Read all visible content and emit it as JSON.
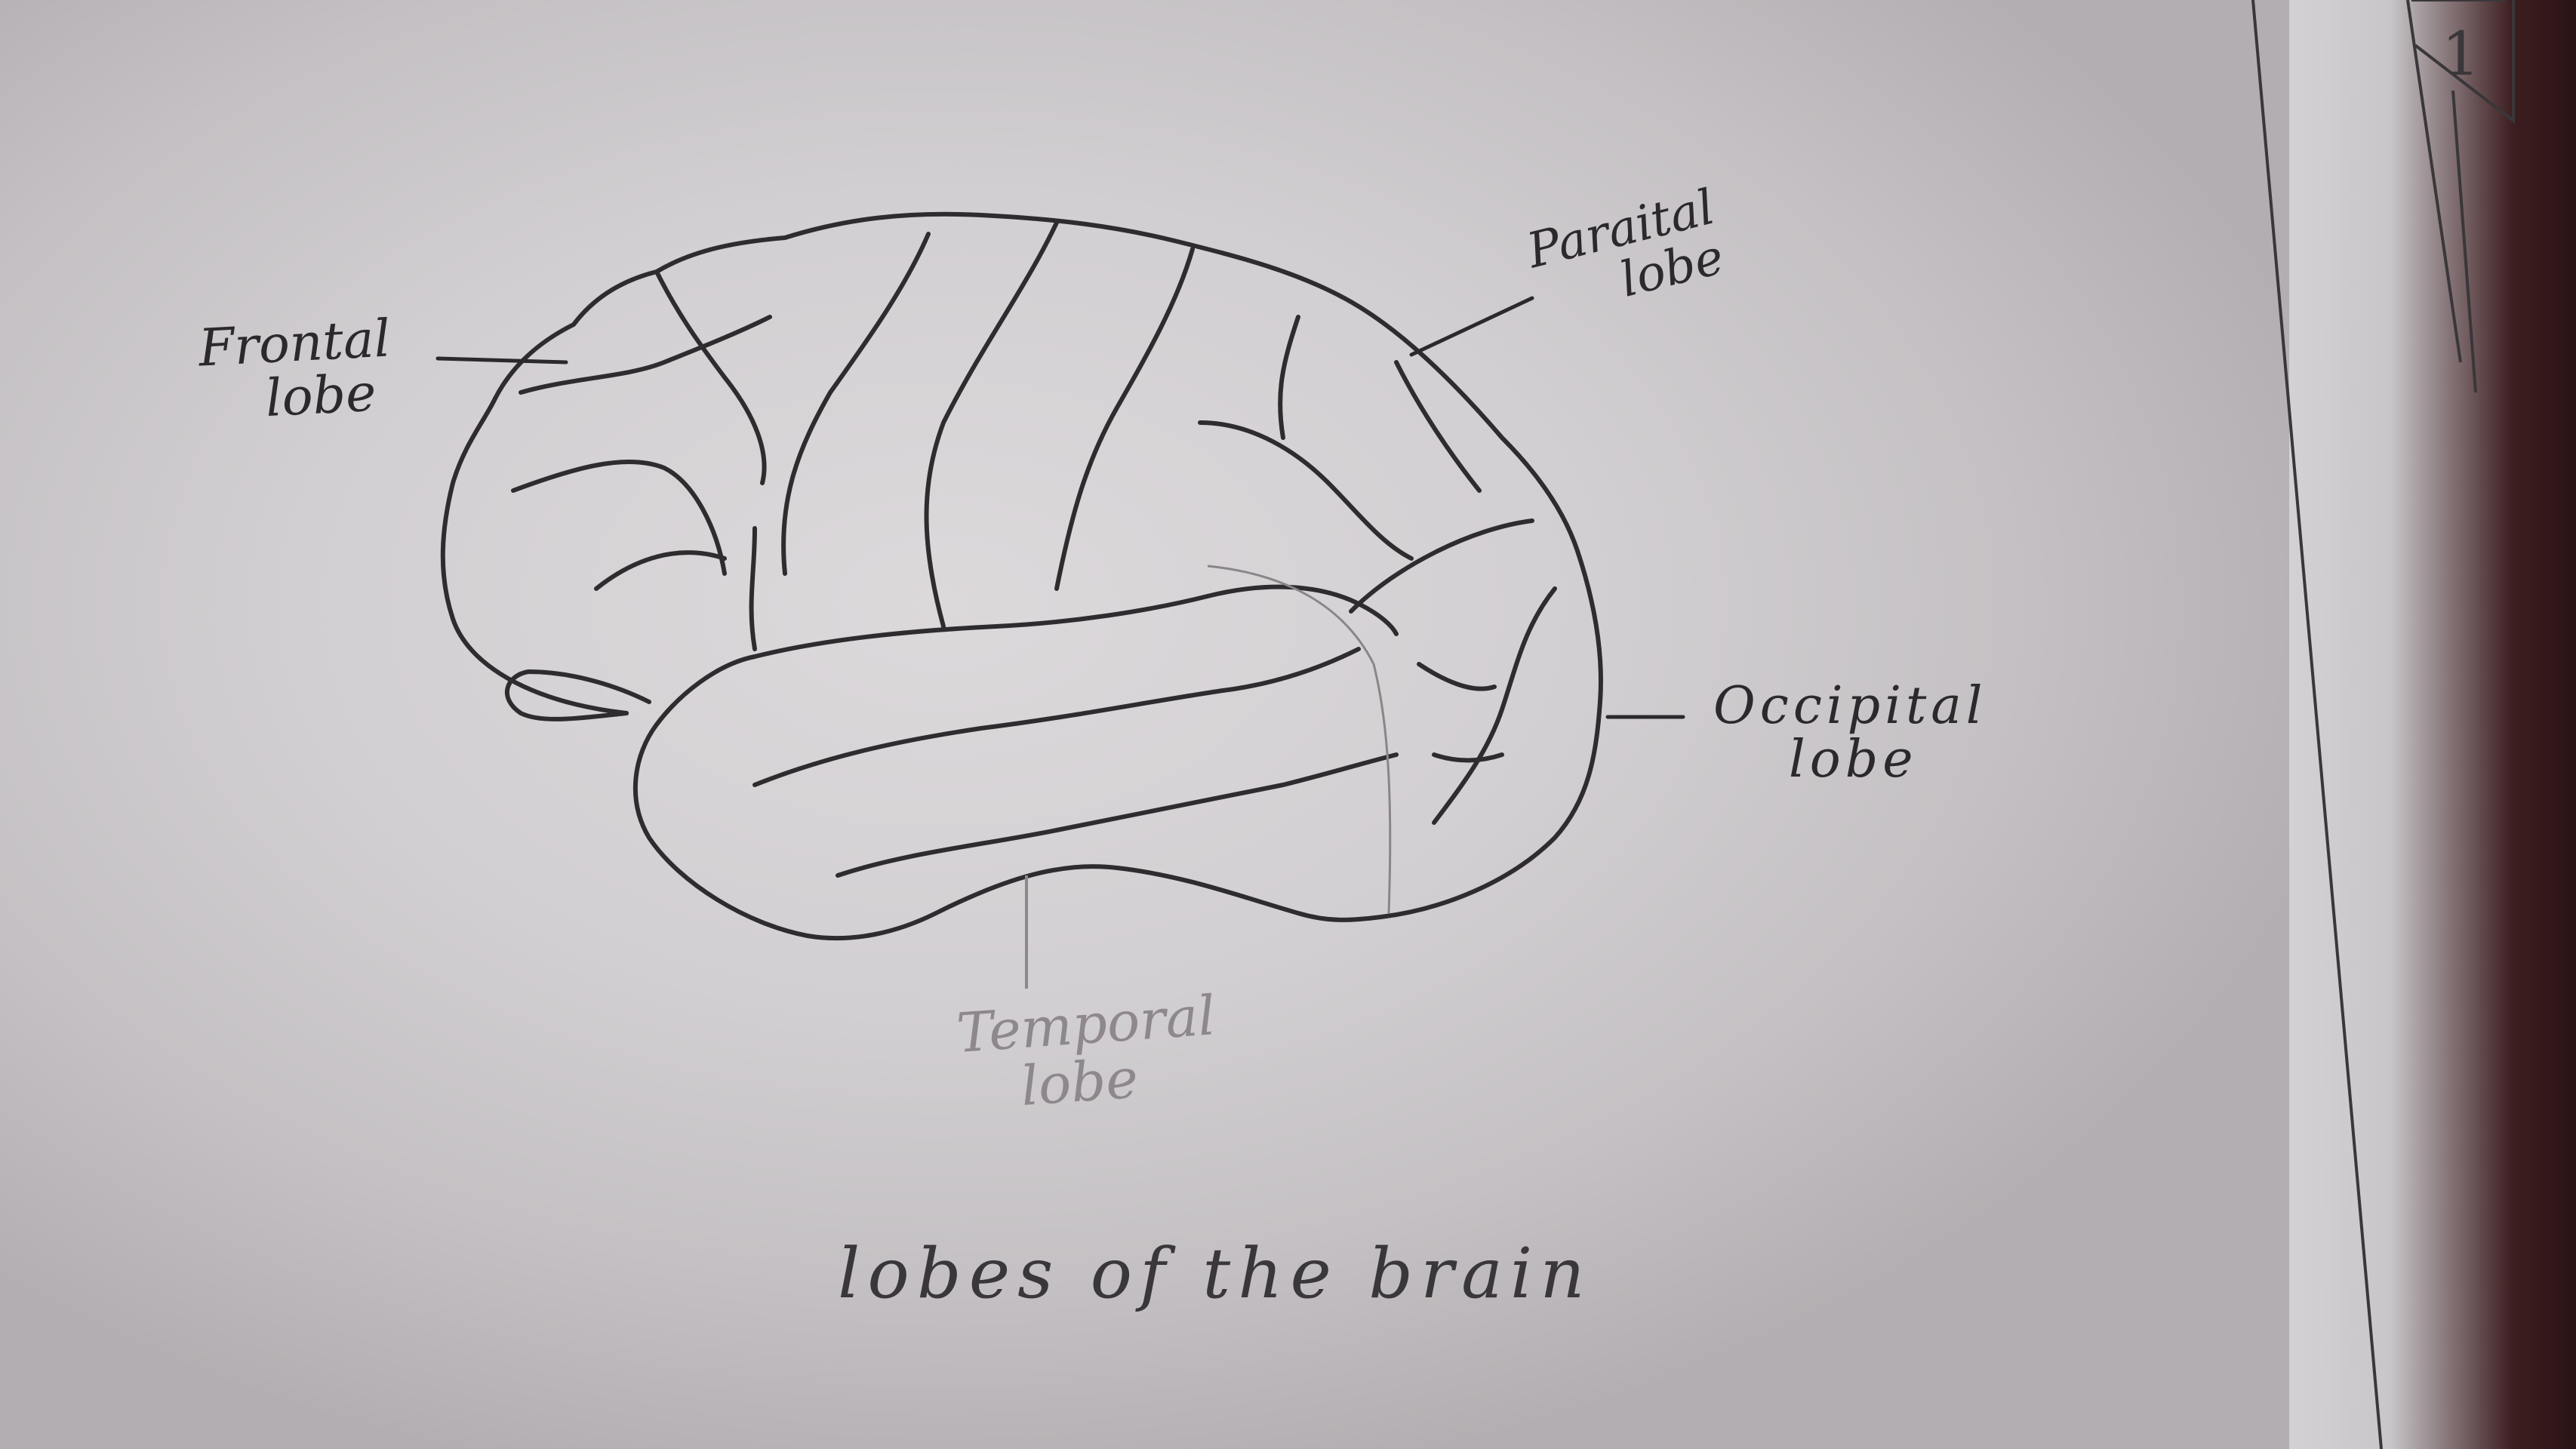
{
  "labels": {
    "frontal": [
      "Frontal",
      "lobe"
    ],
    "parietal": [
      "Paraital",
      "lobe"
    ],
    "occipital": [
      "Occipital",
      "lobe"
    ],
    "temporal": [
      "Temporal",
      "lobe"
    ]
  },
  "caption": "lobes of the brain",
  "page_number": "1",
  "colors": {
    "paper": "#d8d5d8",
    "ink": "#2b292c",
    "faint_ink": "#8e888c",
    "table_edge": "#3a1c1e"
  }
}
